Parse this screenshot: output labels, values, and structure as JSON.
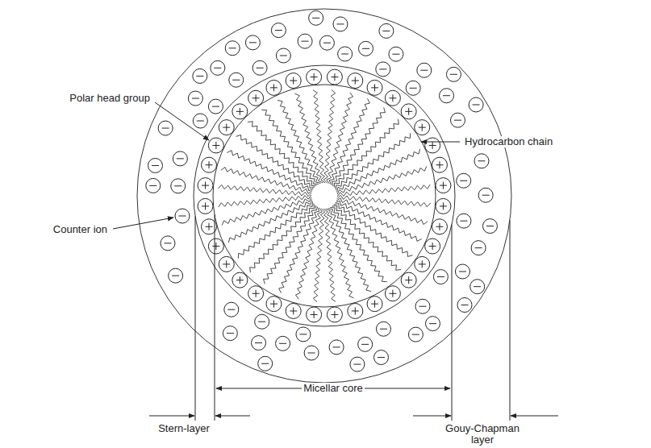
{
  "diagram": {
    "labels": [
      "Polar head group",
      "Hydrocarbon chain",
      "Counter ion",
      "Micellar core",
      "Stern-layer",
      "Gouy-Chapman layer"
    ]
  }
}
